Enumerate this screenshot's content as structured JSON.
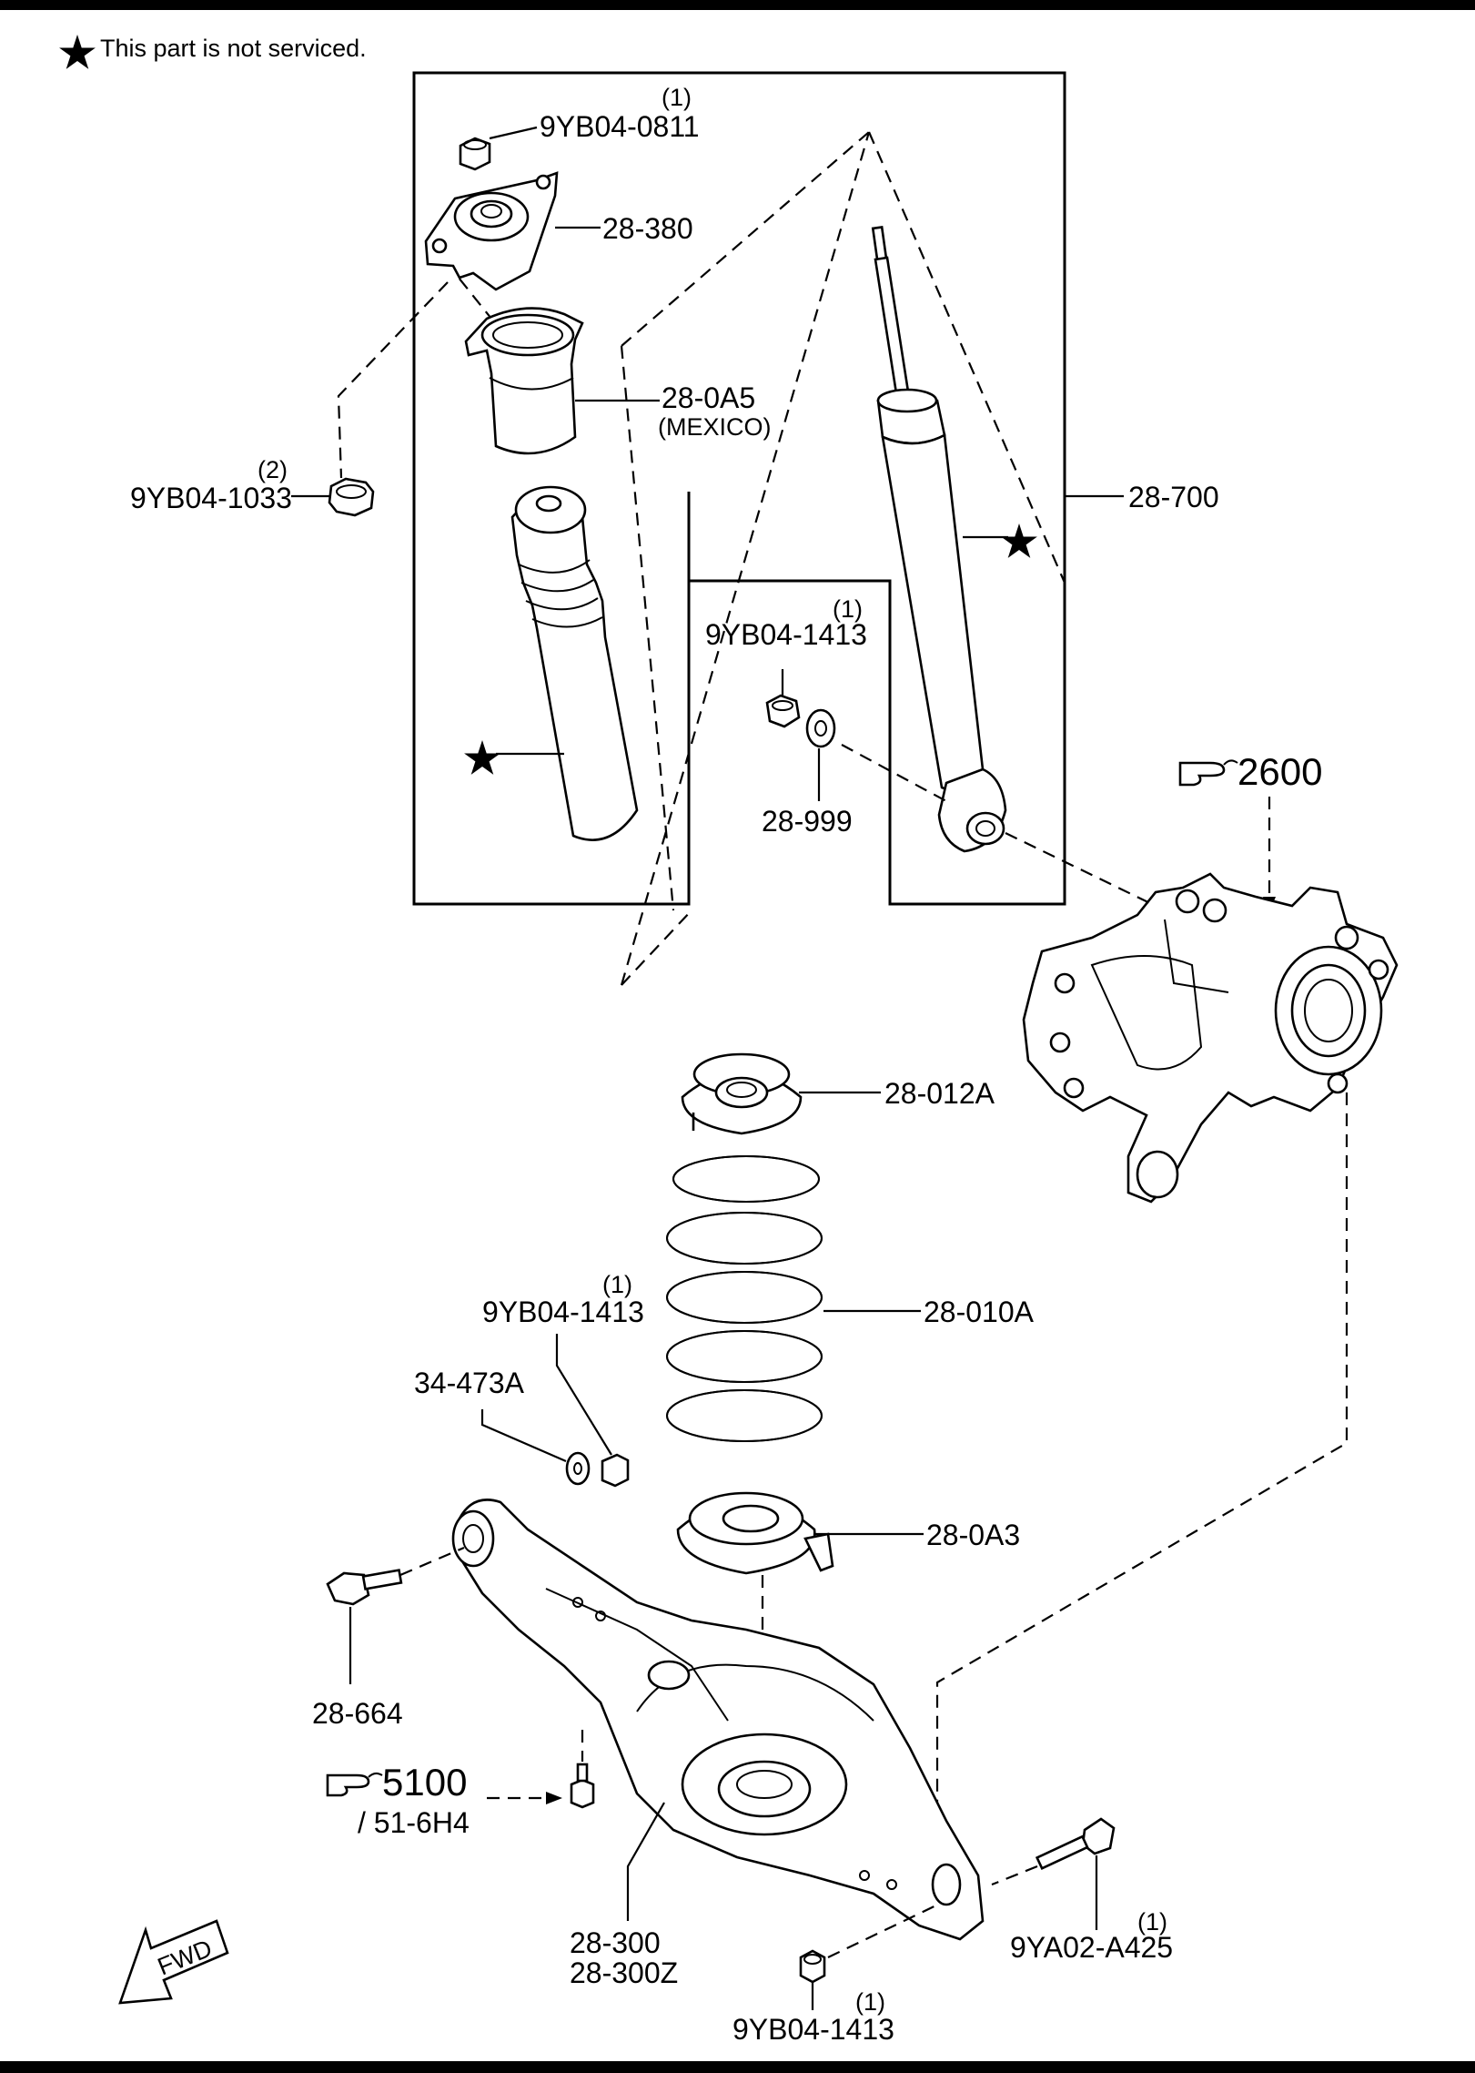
{
  "legend": {
    "star_note": "This part is not serviced."
  },
  "parts": {
    "nut_top": {
      "qty": "(1)",
      "part_no": "9YB04-0811"
    },
    "mount": {
      "part_no": "28-380"
    },
    "dust_cover": {
      "part_no": "28-0A5",
      "note": "(MEXICO)"
    },
    "nut_side": {
      "qty": "(2)",
      "part_no": "9YB04-1033"
    },
    "shock_assembly": {
      "part_no": "28-700"
    },
    "nut_lower_shock": {
      "qty": "(1)",
      "part_no": "9YB04-1413"
    },
    "washer": {
      "part_no": "28-999"
    },
    "knuckle_ref": {
      "ref": "2600"
    },
    "upper_seat": {
      "part_no": "28-012A"
    },
    "coil_spring": {
      "part_no": "28-010A"
    },
    "nut_arm": {
      "qty": "(1)",
      "part_no": "9YB04-1413"
    },
    "washer_arm": {
      "part_no": "34-473A"
    },
    "lower_seat": {
      "part_no": "28-0A3"
    },
    "bolt_front": {
      "part_no": "28-664"
    },
    "bolt_ref": {
      "ref": "5100",
      "sub": "/ 51-6H4"
    },
    "lower_arm": {
      "part_no_1": "28-300",
      "part_no_2": "28-300Z"
    },
    "bolt_rear": {
      "qty": "(1)",
      "part_no": "9YA02-A425"
    },
    "nut_bottom": {
      "qty": "(1)",
      "part_no": "9YB04-1413"
    }
  },
  "fwd_label": "FWD",
  "icons": [
    "star-icon",
    "pointing-hand-icon",
    "fwd-arrow-icon"
  ]
}
